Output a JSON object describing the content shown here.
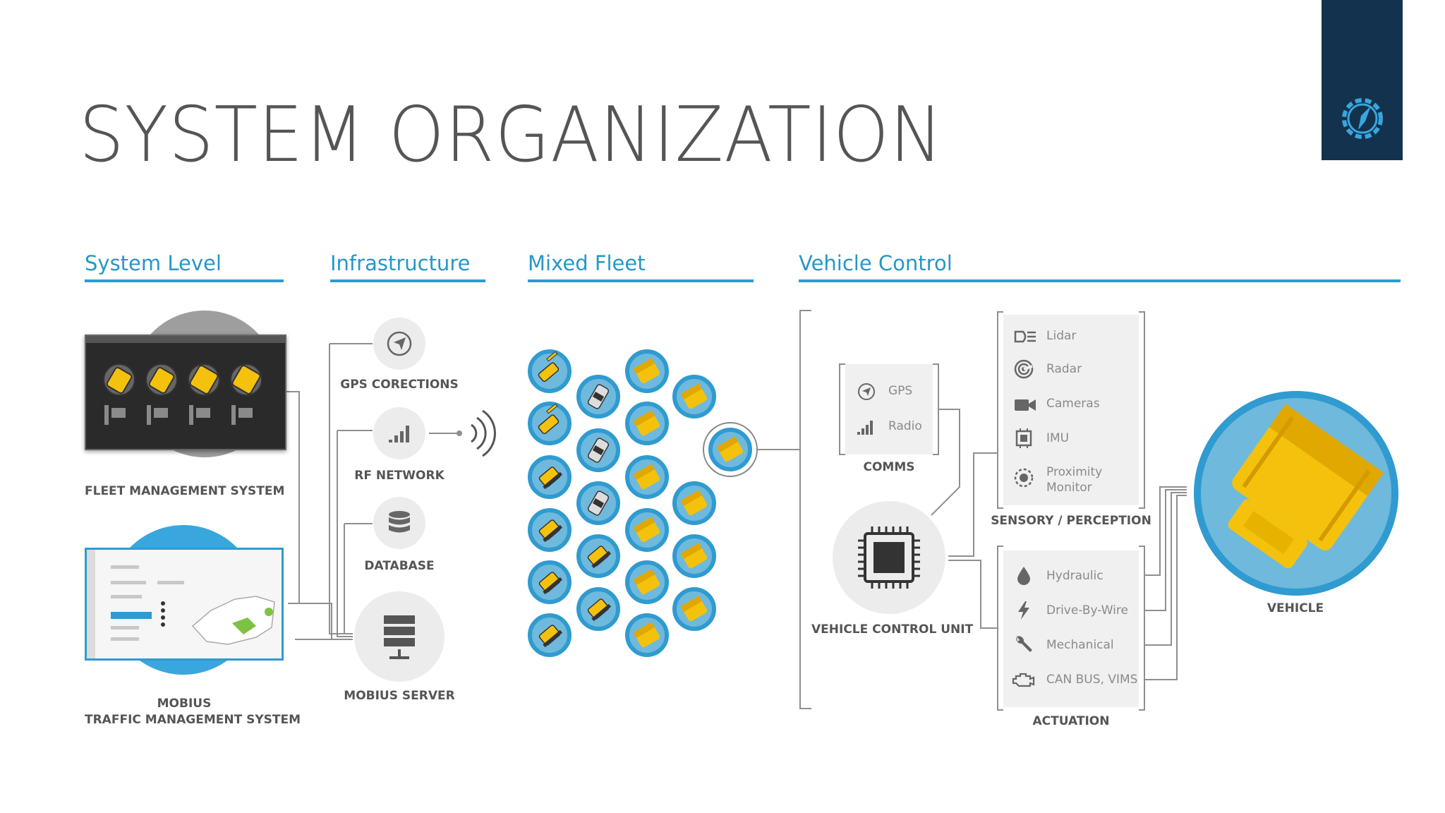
{
  "title": "SYSTEM ORGANIZATION",
  "logo": {
    "icon": "gear-compass-icon"
  },
  "columns": {
    "system_level": "System Level",
    "infrastructure": "Infrastructure",
    "mixed_fleet": "Mixed Fleet",
    "vehicle_control": "Vehicle Control"
  },
  "system_level": {
    "fleet_management": "FLEET MANAGEMENT SYSTEM",
    "mobius_line1": "MOBIUS",
    "mobius_line2": "TRAFFIC MANAGEMENT SYSTEM"
  },
  "infrastructure": {
    "gps": "GPS CORECTIONS",
    "rf": "RF NETWORK",
    "database": "DATABASE",
    "server": "MOBIUS SERVER"
  },
  "vehicle_control": {
    "comms": {
      "label": "COMMS",
      "items": [
        "GPS",
        "Radio"
      ]
    },
    "vcu": "VEHICLE CONTROL UNIT",
    "sensory": {
      "label": "SENSORY / PERCEPTION",
      "items": [
        "Lidar",
        "Radar",
        "Cameras",
        "IMU",
        "Proximity",
        "Monitor"
      ]
    },
    "actuation": {
      "label": "ACTUATION",
      "items": [
        "Hydraulic",
        "Drive-By-Wire",
        "Mechanical",
        "CAN BUS, VIMS"
      ]
    },
    "vehicle": "VEHICLE"
  },
  "colors": {
    "accent": "#2f9bd0",
    "truck": "#f4c20d",
    "logo_bg": "#13324d",
    "label": "#555555"
  }
}
